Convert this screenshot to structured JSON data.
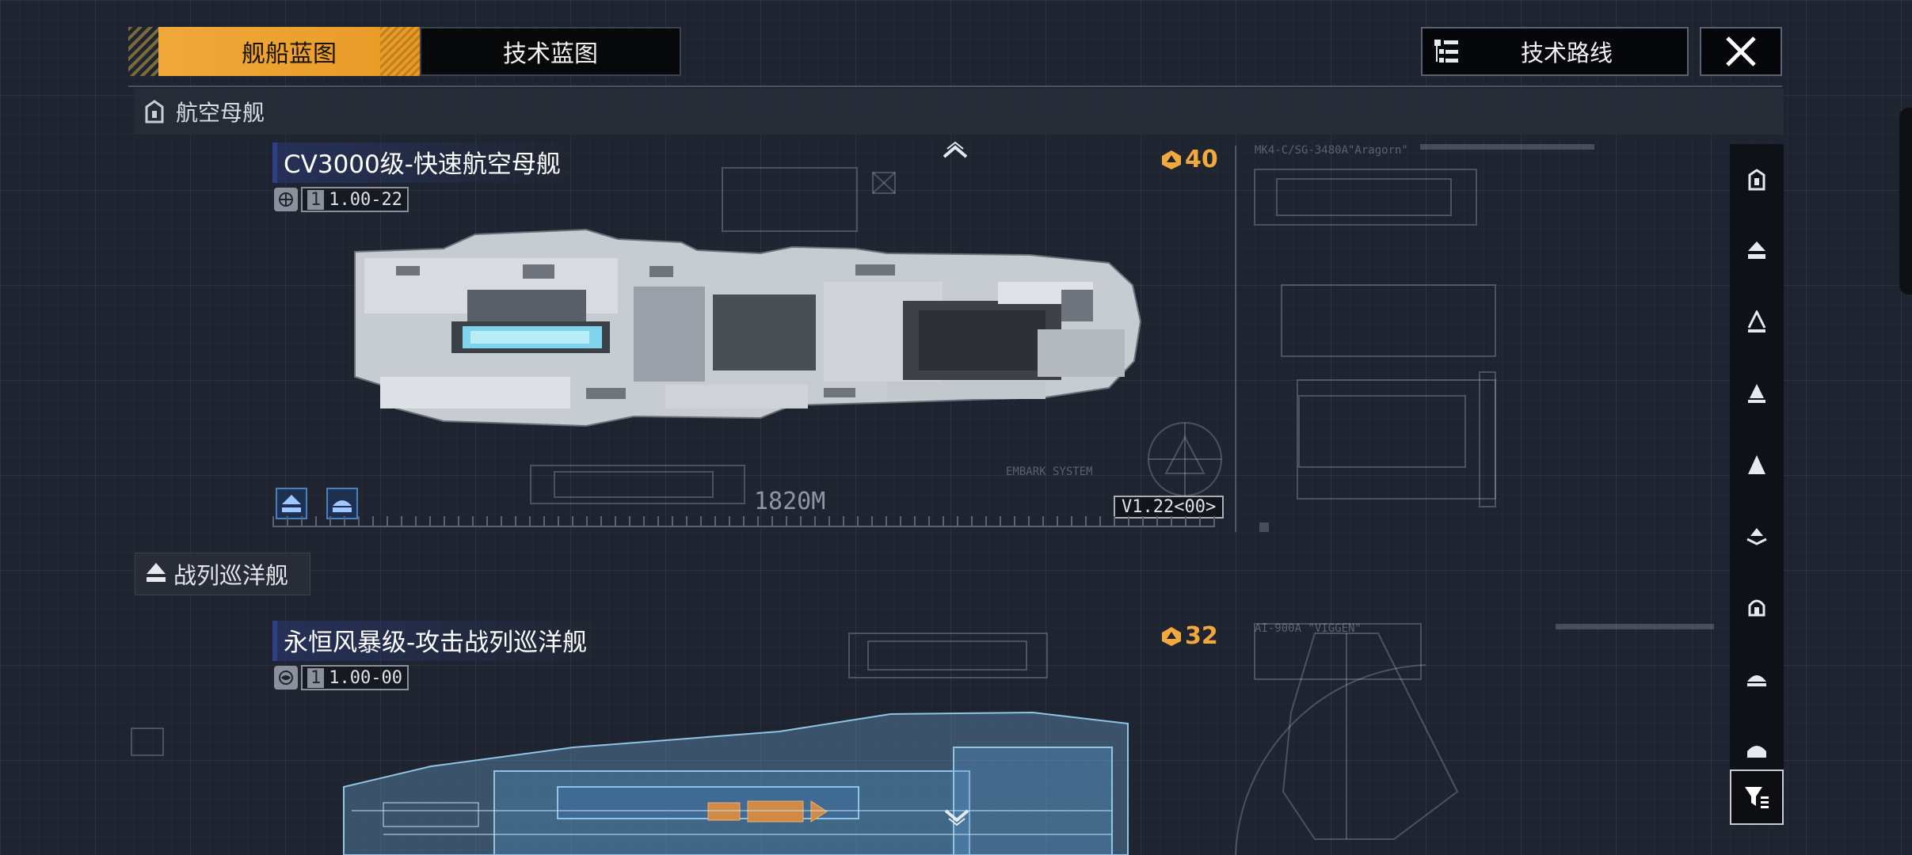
{
  "tabs": [
    {
      "label": "舰船蓝图",
      "active": true
    },
    {
      "label": "技术蓝图",
      "active": false
    }
  ],
  "route_button": {
    "label": "技术路线",
    "icon": "tree-list-icon"
  },
  "close_button": {
    "icon": "close-icon"
  },
  "sections": [
    {
      "label": "航空母舰",
      "icon": "carrier-class-icon"
    },
    {
      "label": "战列巡洋舰",
      "icon": "battlecruiser-class-icon"
    }
  ],
  "ships": [
    {
      "name": "CV3000级-快速航空母舰",
      "version_left": "1",
      "version_value": "1.00",
      "version_suffix": "22",
      "cost": "40",
      "length": "1820M",
      "blueprint_version": "V1.22<00>"
    },
    {
      "name": "永恒风暴级-攻击战列巡洋舰",
      "version_left": "1",
      "version_value": "1.00",
      "version_suffix": "00",
      "cost": "32"
    }
  ],
  "blueprint_labels": {
    "left_label_1": "MK4-C/SG-3480A\"Aragorn\"",
    "right_label_2": "AI-900A \"VIGGEN\"",
    "scale_top": "EMBARK SYSTEM"
  },
  "side_nav": [
    "carrier-class-icon",
    "battlecruiser-class-icon",
    "cruiser-class-icon",
    "destroyer-class-icon",
    "frigate-class-icon",
    "corvette-class-icon",
    "auxiliary-class-icon",
    "support-class-icon",
    "dome-class-icon",
    "filter-icon"
  ],
  "colors": {
    "accent": "#f0a83a",
    "title_bg": "#2d3f86",
    "cost": "#f2a83a"
  }
}
